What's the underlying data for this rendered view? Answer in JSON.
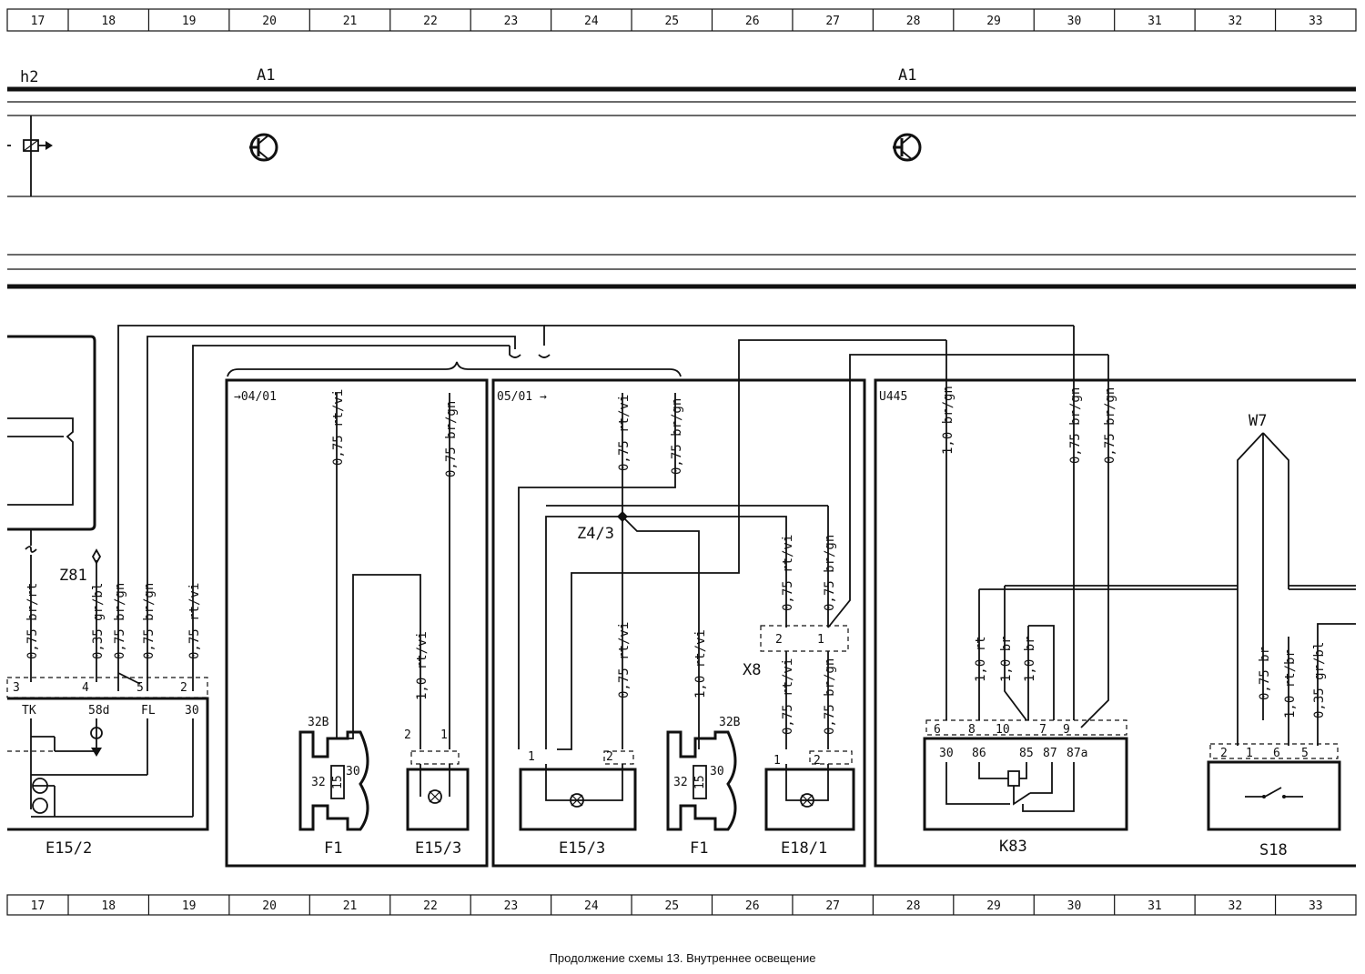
{
  "grid": {
    "numbers": [
      "17",
      "18",
      "19",
      "20",
      "21",
      "22",
      "23",
      "24",
      "25",
      "26",
      "27",
      "28",
      "29",
      "30",
      "31",
      "32",
      "33"
    ]
  },
  "top": {
    "h2": "h2",
    "a1_left": "A1",
    "a1_right": "A1"
  },
  "labels": {
    "z81": "Z81",
    "z43": "Z4/3",
    "x8": "X8",
    "w7": "W7",
    "conn_0401": "→04/01",
    "conn_0501": "05/01 →",
    "u445": "U445"
  },
  "wires": {
    "e152_1": "0,75 br/rt",
    "e152_2": "0,35 gr/bl",
    "e152_3": "0,75 br/gn",
    "e152_4": "0,75 br/gn",
    "e152_5": "0,75 rt/vi",
    "b1_rtvi": "0,75 rt/vi",
    "b1_brgn": "0,75 br/gn",
    "b1_lamp": "1,0 rt/vi",
    "b2_rtvi": "0,75 rt/vi",
    "b2_brgn": "0,75 br/gn",
    "b2_e153": "0,75 rt/vi",
    "b2_f1": "1,0 rt/vi",
    "b2_x8a": "0,75 rt/vi",
    "b2_x8b": "0,75 br/gn",
    "b2_e181a": "0,75 rt/vi",
    "b2_e181b": "0,75 br/gn",
    "u_a": "1,0 br/gn",
    "u_b": "0,75 br/gn",
    "u_c": "0,75 br/gn",
    "k_a": "1,0 rt",
    "k_b": "1,0 br",
    "k_c": "1,0 br",
    "s_a": "0,75 br",
    "s_b": "1,0 rt/br",
    "s_c": "0,35 gr/bl"
  },
  "pins": {
    "e152": [
      "3",
      "4",
      "5",
      "2"
    ],
    "e152_names": [
      "TK",
      "58d",
      "FL",
      "30"
    ],
    "f1_top": "32B",
    "f1_a": "32",
    "f1_b": "15",
    "f1_c": "30",
    "lamp_1": "2",
    "lamp_2": "1",
    "e153b_1": "1",
    "e153b_2": "2",
    "e181_1": "1",
    "e181_2": "2",
    "x8_1": "2",
    "x8_2": "1",
    "k83_top": [
      "6",
      "8",
      "10",
      "7",
      "9"
    ],
    "k83_in": [
      "30",
      "86",
      "85",
      "87",
      "87a"
    ],
    "s18_top": [
      "2",
      "1",
      "6",
      "5"
    ]
  },
  "components": {
    "e152": "E15/2",
    "f1_left": "F1",
    "e153_left": "E15/3",
    "e153_right": "E15/3",
    "f1_right": "F1",
    "e181": "E18/1",
    "k83": "K83",
    "s18": "S18"
  },
  "caption": "Продолжение схемы 13. Внутреннее освещение"
}
